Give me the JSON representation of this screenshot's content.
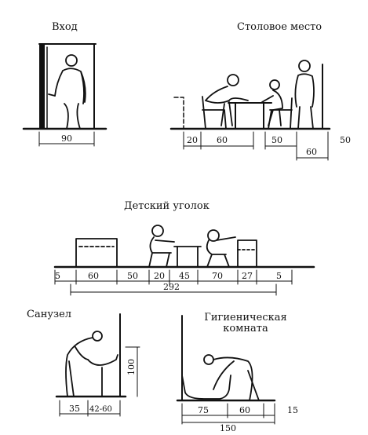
{
  "sections": {
    "entrance": {
      "title": "Вход",
      "dims": [
        "90"
      ]
    },
    "dining": {
      "title": "Столовое место",
      "dims": [
        "20",
        "60",
        "50",
        "60",
        "50"
      ]
    },
    "kids": {
      "title": "Детский уголок",
      "dims": [
        "5",
        "60",
        "50",
        "20",
        "45",
        "70",
        "27",
        "5"
      ],
      "total": "292"
    },
    "bath": {
      "title": "Санузел",
      "dims": [
        "35",
        "42-60"
      ],
      "height": "100"
    },
    "hygiene": {
      "title_line1": "Гигиеническая",
      "title_line2": "комната",
      "dims": [
        "75",
        "60",
        "15"
      ],
      "total": "150"
    }
  }
}
